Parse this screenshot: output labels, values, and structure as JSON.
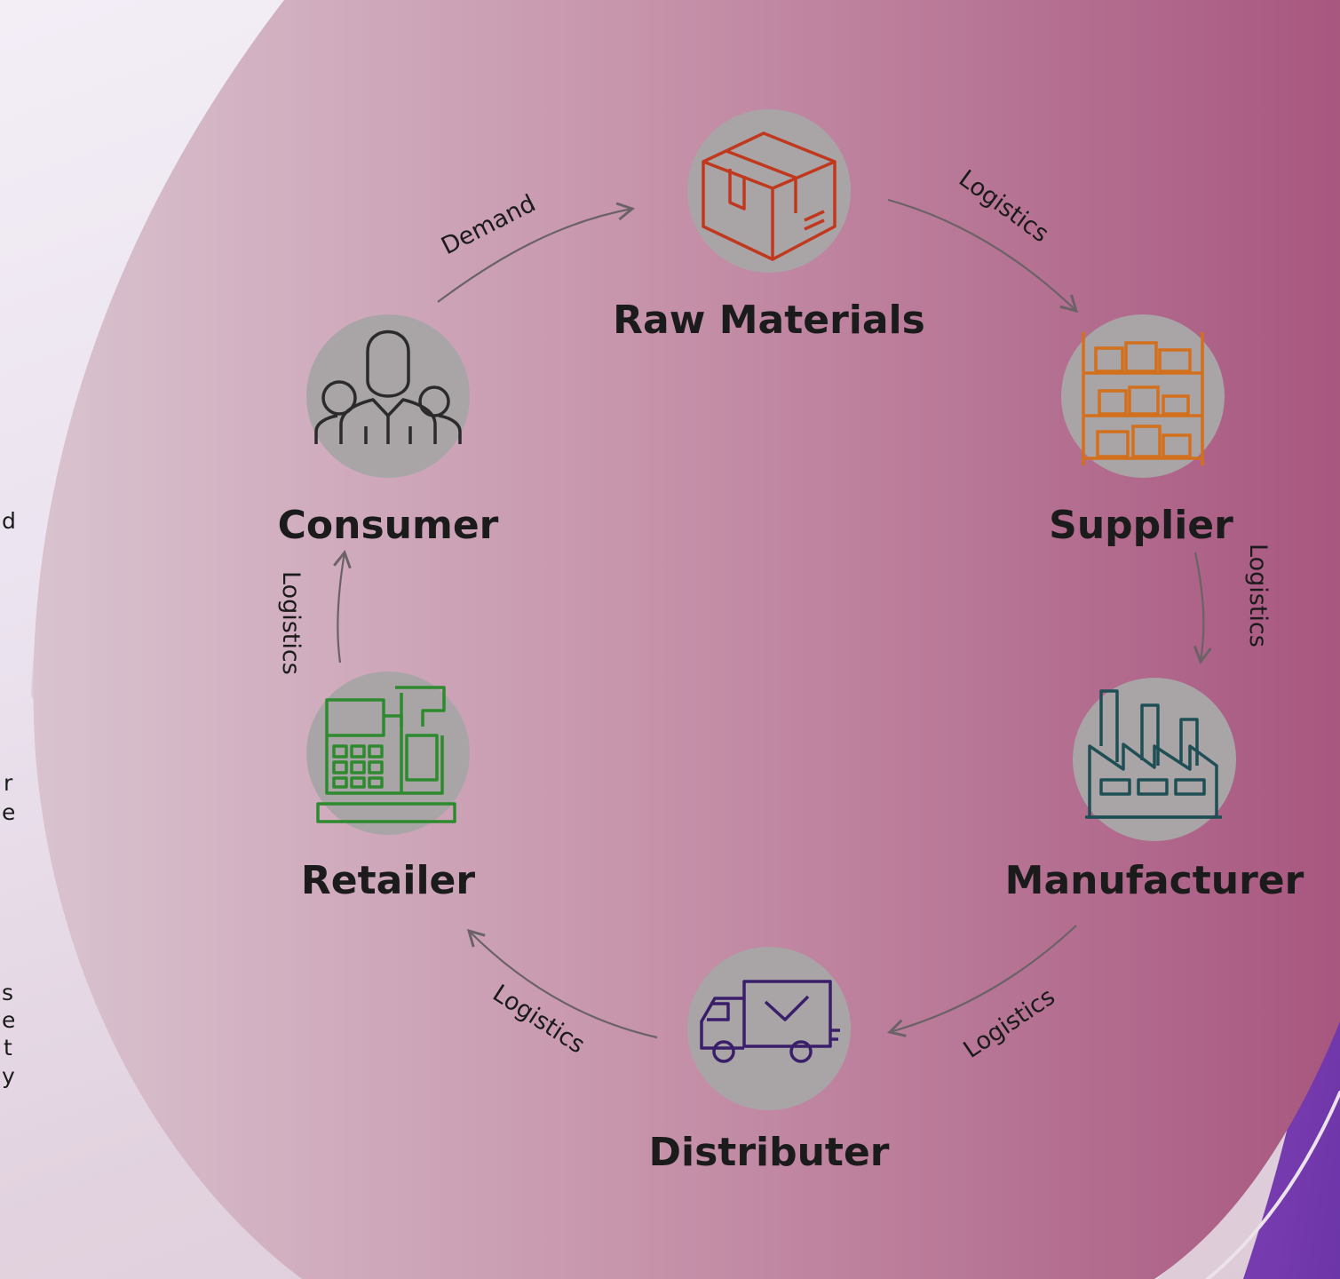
{
  "colors": {
    "accent_purple": "#7a3fb0",
    "disc_left": "#d6bcc9",
    "disc_right": "#ad5f84",
    "node_circle": "#a9a5a7",
    "arrow": "#6a6266",
    "text": "#1b1b1b"
  },
  "left_text_fragments": [
    "d",
    "r",
    "e",
    "s",
    "e",
    "t",
    "y"
  ],
  "nodes": [
    {
      "id": "raw",
      "label": "Raw Materials",
      "icon": "box-icon",
      "icon_color": "#c0391f"
    },
    {
      "id": "supplier",
      "label": "Supplier",
      "icon": "warehouse-shelf-icon",
      "icon_color": "#d2701d"
    },
    {
      "id": "manufacturer",
      "label": "Manufacturer",
      "icon": "factory-icon",
      "icon_color": "#1f4f55"
    },
    {
      "id": "distributer",
      "label": "Distributer",
      "icon": "truck-icon",
      "icon_color": "#3a1e6a"
    },
    {
      "id": "retailer",
      "label": "Retailer",
      "icon": "cash-register-icon",
      "icon_color": "#2e8a2e"
    },
    {
      "id": "consumer",
      "label": "Consumer",
      "icon": "people-icon",
      "icon_color": "#2b2b2b"
    }
  ],
  "edges": [
    {
      "from": "consumer",
      "to": "raw",
      "label": "Demand"
    },
    {
      "from": "raw",
      "to": "supplier",
      "label": "Logistics"
    },
    {
      "from": "supplier",
      "to": "manufacturer",
      "label": "Logistics"
    },
    {
      "from": "manufacturer",
      "to": "distributer",
      "label": "Logistics"
    },
    {
      "from": "distributer",
      "to": "retailer",
      "label": "Logistics"
    },
    {
      "from": "retailer",
      "to": "consumer",
      "label": "Logistics"
    }
  ]
}
